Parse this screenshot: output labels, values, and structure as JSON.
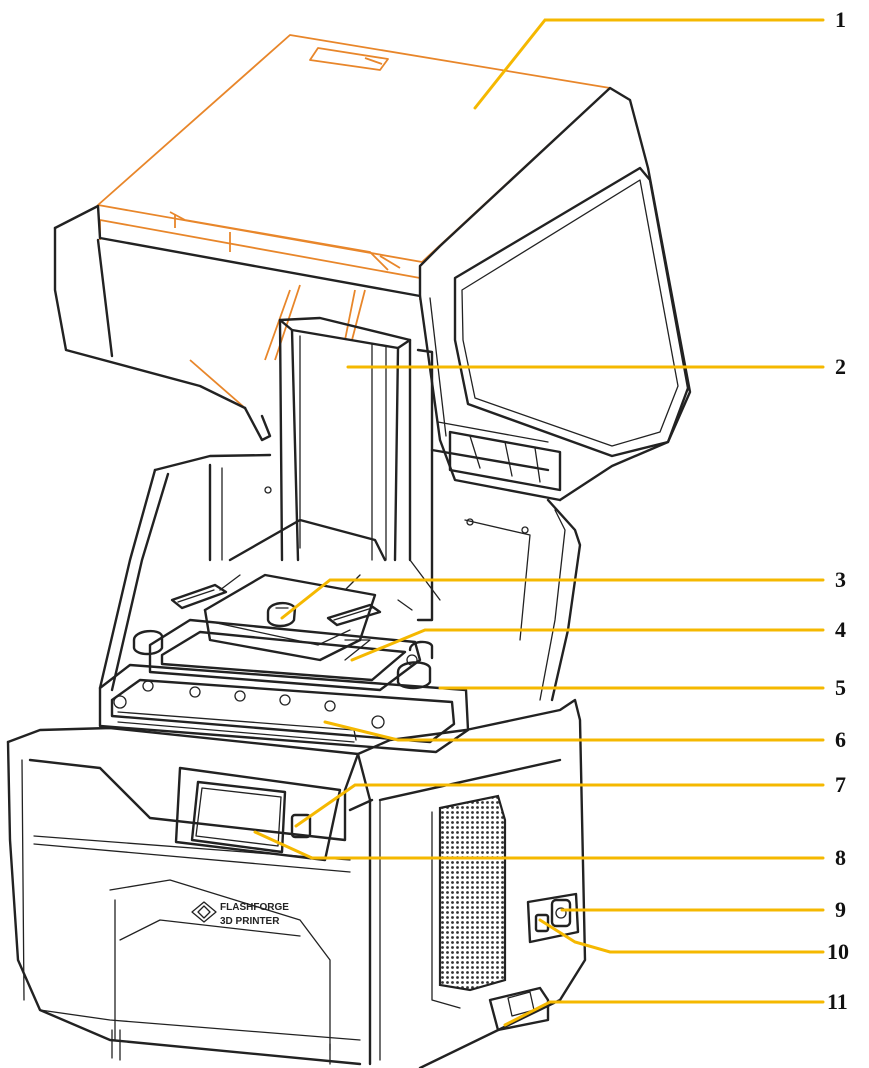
{
  "diagram": {
    "brand_logo_lines": [
      "FLASHFORGE",
      "3D PRINTER"
    ],
    "callouts": [
      {
        "number": "1"
      },
      {
        "number": "2"
      },
      {
        "number": "3"
      },
      {
        "number": "4"
      },
      {
        "number": "5"
      },
      {
        "number": "6"
      },
      {
        "number": "7"
      },
      {
        "number": "8"
      },
      {
        "number": "9"
      },
      {
        "number": "10"
      },
      {
        "number": "11"
      }
    ],
    "colors": {
      "leader_line": "#f5b800",
      "cover_outline": "#e8862a",
      "line_art": "#222222"
    }
  }
}
